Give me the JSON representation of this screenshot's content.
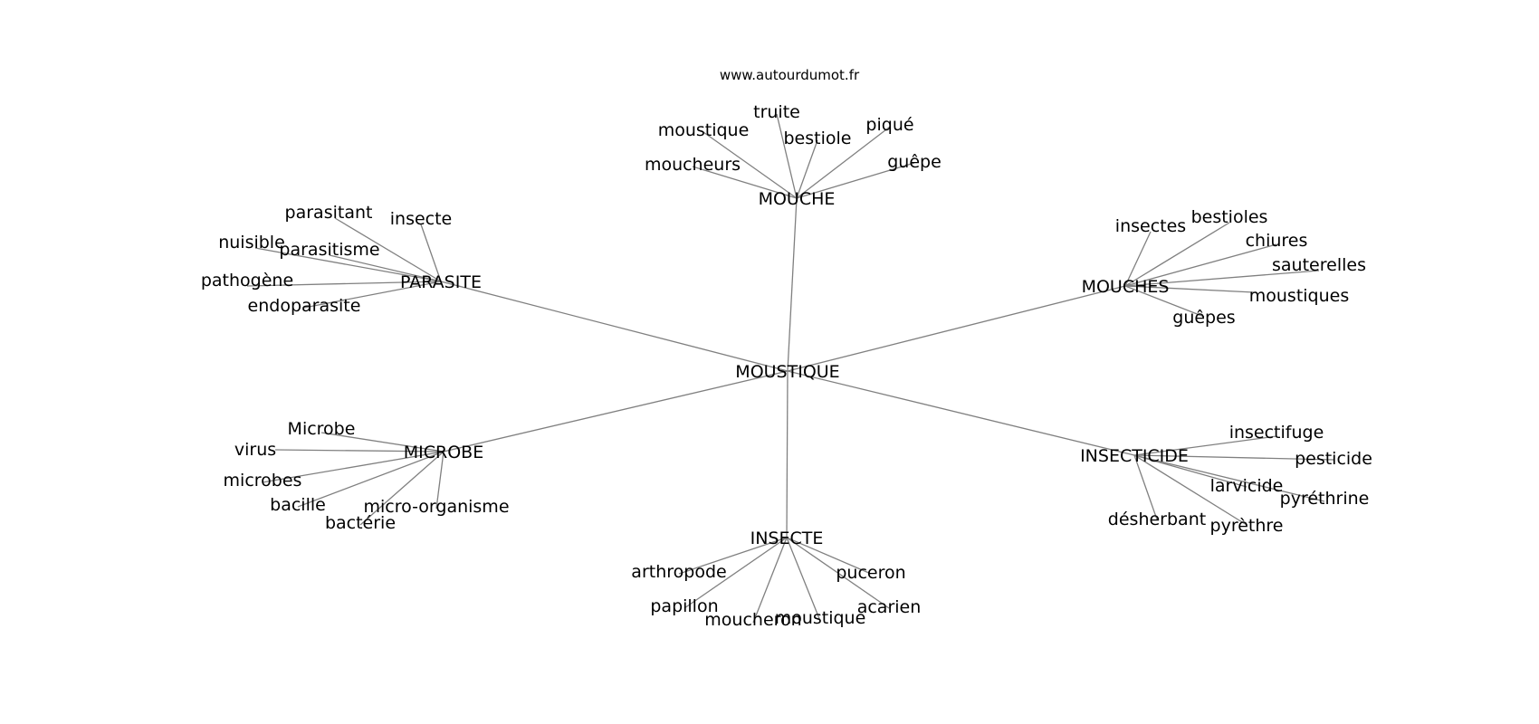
{
  "site": "www.autourdumot.fr",
  "center": "MOUSTIQUE",
  "clusters": [
    {
      "hub": "MOUCHE",
      "words": [
        "truite",
        "moustique",
        "bestiole",
        "piqué",
        "moucheurs",
        "guêpe"
      ]
    },
    {
      "hub": "PARASITE",
      "words": [
        "parasitant",
        "insecte",
        "nuisible",
        "parasitisme",
        "pathogène",
        "endoparasite"
      ]
    },
    {
      "hub": "MOUCHES",
      "words": [
        "insectes",
        "bestioles",
        "chiures",
        "sauterelles",
        "moustiques",
        "guêpes"
      ]
    },
    {
      "hub": "MICROBE",
      "words": [
        "Microbe",
        "virus",
        "microbes",
        "bacille",
        "micro-organisme",
        "bactérie"
      ]
    },
    {
      "hub": "INSECTICIDE",
      "words": [
        "insectifuge",
        "pesticide",
        "larvicide",
        "pyréthrine",
        "désherbant",
        "pyrèthre"
      ]
    },
    {
      "hub": "INSECTE",
      "words": [
        "arthropode",
        "puceron",
        "papillon",
        "acarien",
        "moucheron",
        "moustique"
      ]
    }
  ]
}
